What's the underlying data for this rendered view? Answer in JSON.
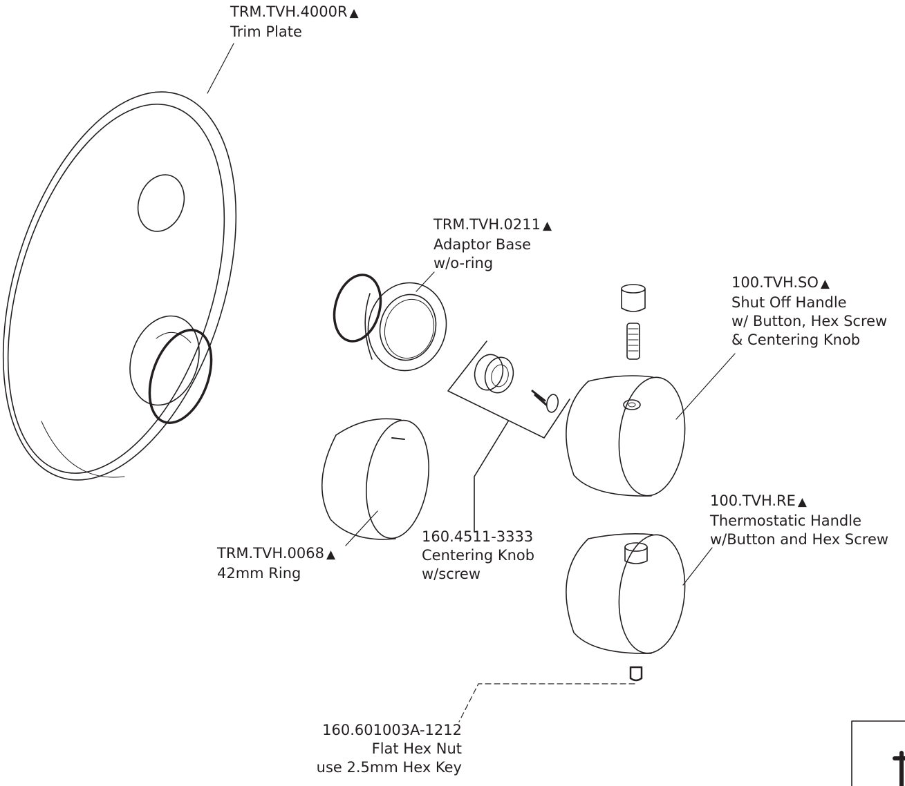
{
  "parts": [
    {
      "id": "trim-plate",
      "part_number": "TRM.TVH.4000R",
      "marker": "▲",
      "lines": [
        "Trim Plate"
      ]
    },
    {
      "id": "adaptor-base",
      "part_number": "TRM.TVH.0211",
      "marker": "▲",
      "lines": [
        "Adaptor Base",
        "w/o-ring"
      ]
    },
    {
      "id": "shut-off-handle",
      "part_number": "100.TVH.SO",
      "marker": "▲",
      "lines": [
        "Shut Off Handle",
        "w/ Button, Hex Screw",
        "& Centering Knob"
      ]
    },
    {
      "id": "thermostatic-handle",
      "part_number": "100.TVH.RE",
      "marker": "▲",
      "lines": [
        "Thermostatic Handle",
        "w/Button and Hex Screw"
      ]
    },
    {
      "id": "ring-42mm",
      "part_number": "TRM.TVH.0068",
      "marker": "▲",
      "lines": [
        "42mm Ring"
      ]
    },
    {
      "id": "centering-knob",
      "part_number": "160.4511-3333",
      "marker": "",
      "lines": [
        "Centering Knob",
        "w/screw"
      ]
    },
    {
      "id": "flat-hex-nut",
      "part_number": "160.601003A-1212",
      "marker": "",
      "lines": [
        "Flat Hex Nut",
        "use 2.5mm Hex Key"
      ]
    }
  ]
}
